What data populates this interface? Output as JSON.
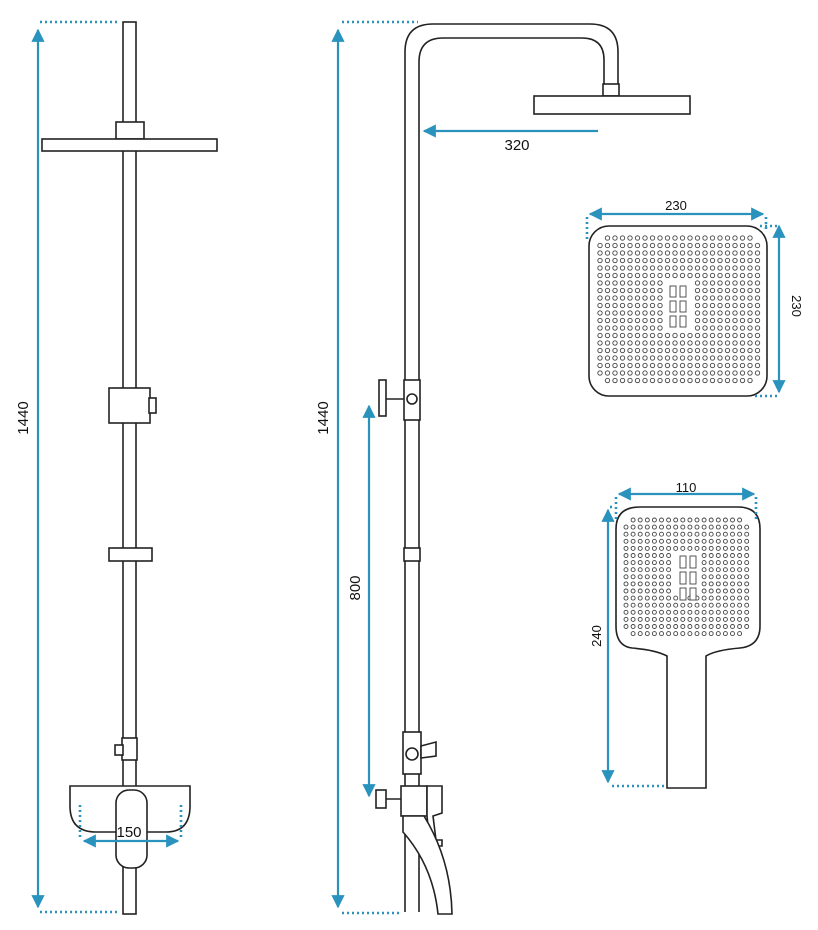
{
  "colors": {
    "dimension": "#2a93bd",
    "outline": "#222222"
  },
  "dimensions": {
    "front_height": "1440",
    "mixer_width": "150",
    "side_height": "1440",
    "arm_reach": "320",
    "diverter_height": "800",
    "head_width": "230",
    "head_depth": "230",
    "hand_width": "110",
    "hand_length": "240"
  }
}
